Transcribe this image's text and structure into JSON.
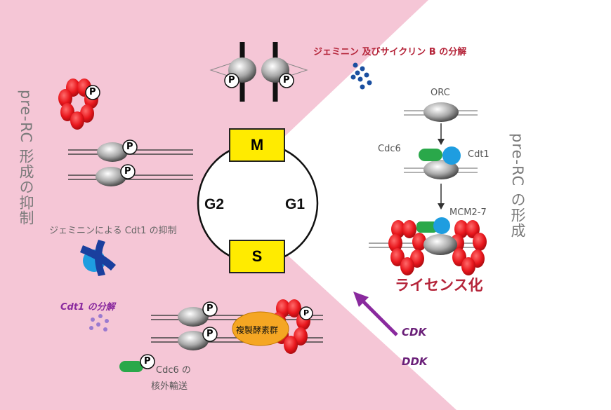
{
  "texts": {
    "pre_rc_inhibition": "pre-RC 形成の抑制",
    "pre_rc_formation": "pre-RC の形成",
    "geminin_cyclinb": "ジェミニン 及びサイクリン B の分解",
    "geminin_cdt1": "ジェミニンによる Cdt1 の抑制",
    "cdt1_degradation": "Cdt1 の分解",
    "cdc6_export_1": "Cdc6 の",
    "cdc6_export_2": "核外輸送",
    "replication_complex": "複製酵素群",
    "licensing": "ライセンス化",
    "orc": "ORC",
    "cdc6": "Cdc6",
    "cdt1": "Cdt1",
    "mcm": "MCM2-7",
    "cdk": "CDK",
    "ddk": "DDK",
    "phase_m": "M",
    "phase_s": "S",
    "phase_g1": "G1",
    "phase_g2": "G2",
    "phospho": "P"
  },
  "colors": {
    "pink_background": "#f5c6d6",
    "phase_box": "#ffeb00",
    "mcm_red": "#e8161c",
    "cdc6_green": "#2aa84a",
    "cdt1_blue": "#1e9de0",
    "purple_arrow": "#8a2a9e",
    "dots_blue": "#1a4fa0",
    "dots_purple": "#9a7ad0",
    "replisome_orange": "#f5a623"
  }
}
